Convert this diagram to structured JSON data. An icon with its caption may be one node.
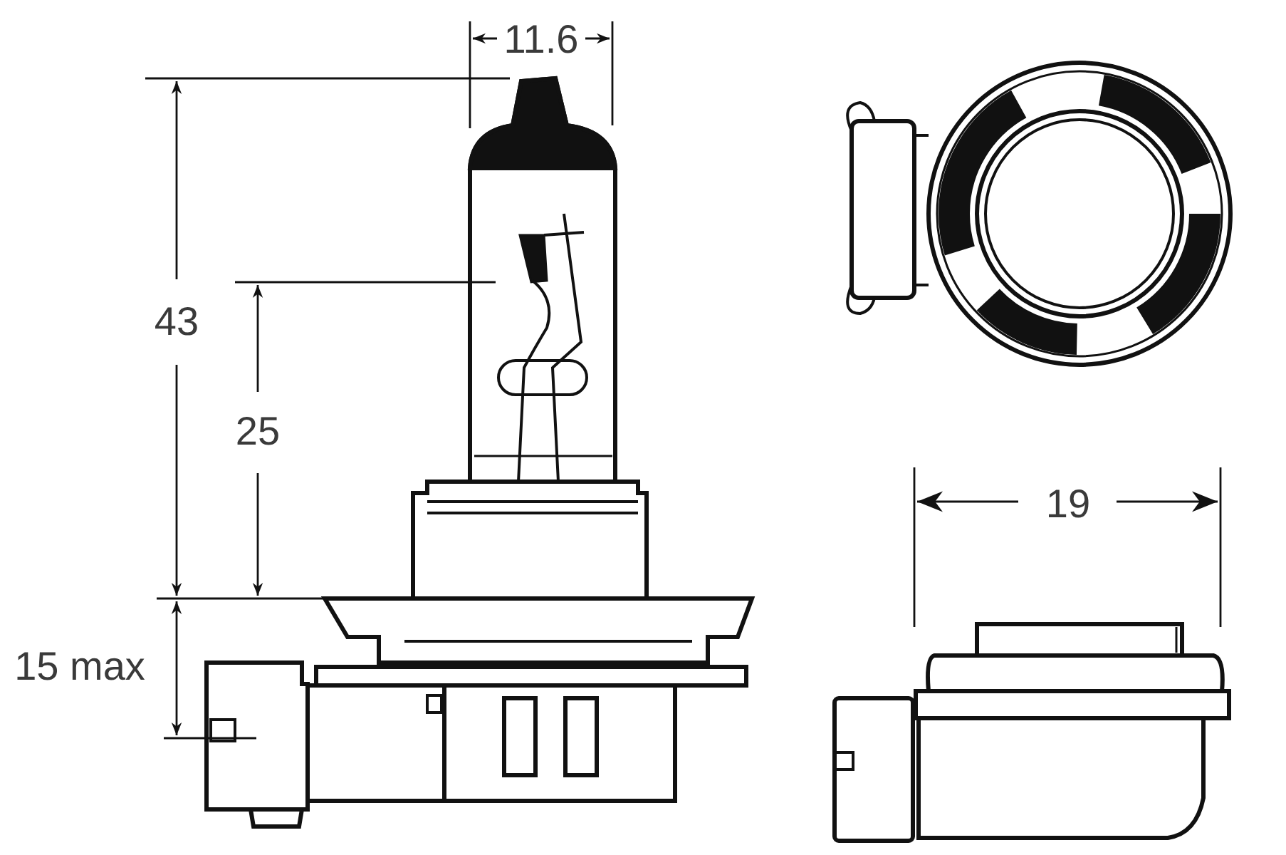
{
  "diagram": {
    "labels": [
      "11.6",
      "43",
      "25",
      "15 max",
      "19"
    ]
  }
}
